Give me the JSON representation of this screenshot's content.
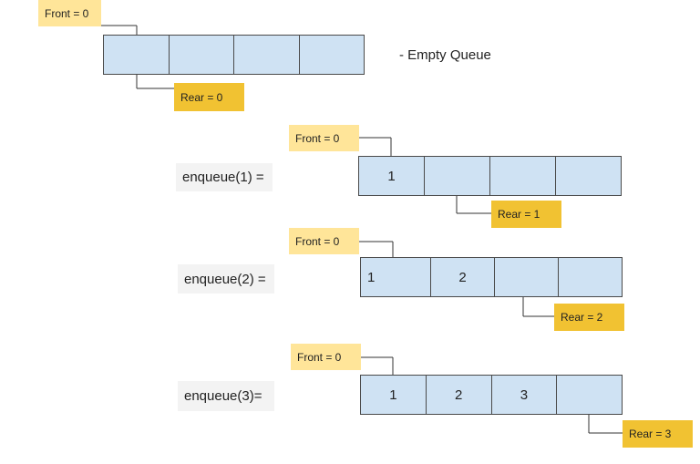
{
  "empty_caption": "- Empty Queue",
  "rows": [
    {
      "operation": "",
      "front_label": "Front = 0",
      "rear_label": "Rear = 0",
      "cells": [
        "",
        "",
        "",
        ""
      ]
    },
    {
      "operation": "enqueue(1) =",
      "front_label": "Front = 0",
      "rear_label": "Rear = 1",
      "cells": [
        "1",
        "",
        "",
        ""
      ]
    },
    {
      "operation": "enqueue(2) =",
      "front_label": "Front = 0",
      "rear_label": "Rear = 2",
      "cells": [
        "1",
        "2",
        "",
        ""
      ]
    },
    {
      "operation": "enqueue(3)=",
      "front_label": "Front = 0",
      "rear_label": "Rear = 3",
      "cells": [
        "1",
        "2",
        "3",
        ""
      ]
    }
  ],
  "colors": {
    "cell_fill": "#cfe2f3",
    "front_label_fill": "#ffe599",
    "rear_label_fill": "#f1c232",
    "operation_label_fill": "#f3f3f3"
  }
}
